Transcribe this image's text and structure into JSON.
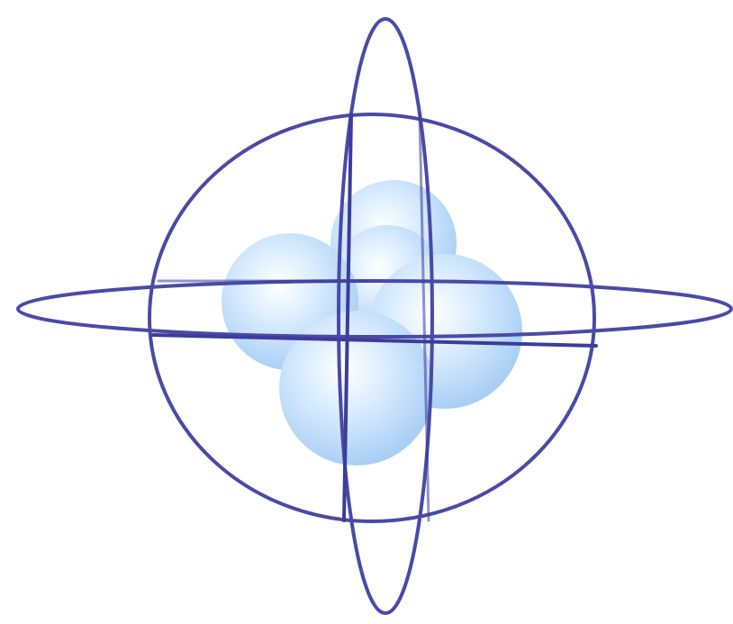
{
  "diagram": {
    "subject": "atom-model",
    "colors": {
      "background": "#ffffff",
      "orbit_stroke": "#4a4aa6",
      "ray_stroke": "#3c3c9a",
      "sphere_highlight": "#ffffff",
      "sphere_mid": "#d9ecff",
      "sphere_edge": "#a9cff5"
    },
    "parts": {
      "central_ring": "circular-orbit",
      "horizontal_orbit": "flat-ellipse-orbit",
      "vertical_orbit": "tall-ellipse-orbit",
      "nucleus": "cluster-of-spheres",
      "nucleus_sphere_count": 5,
      "axes": "crossing-lines"
    }
  }
}
